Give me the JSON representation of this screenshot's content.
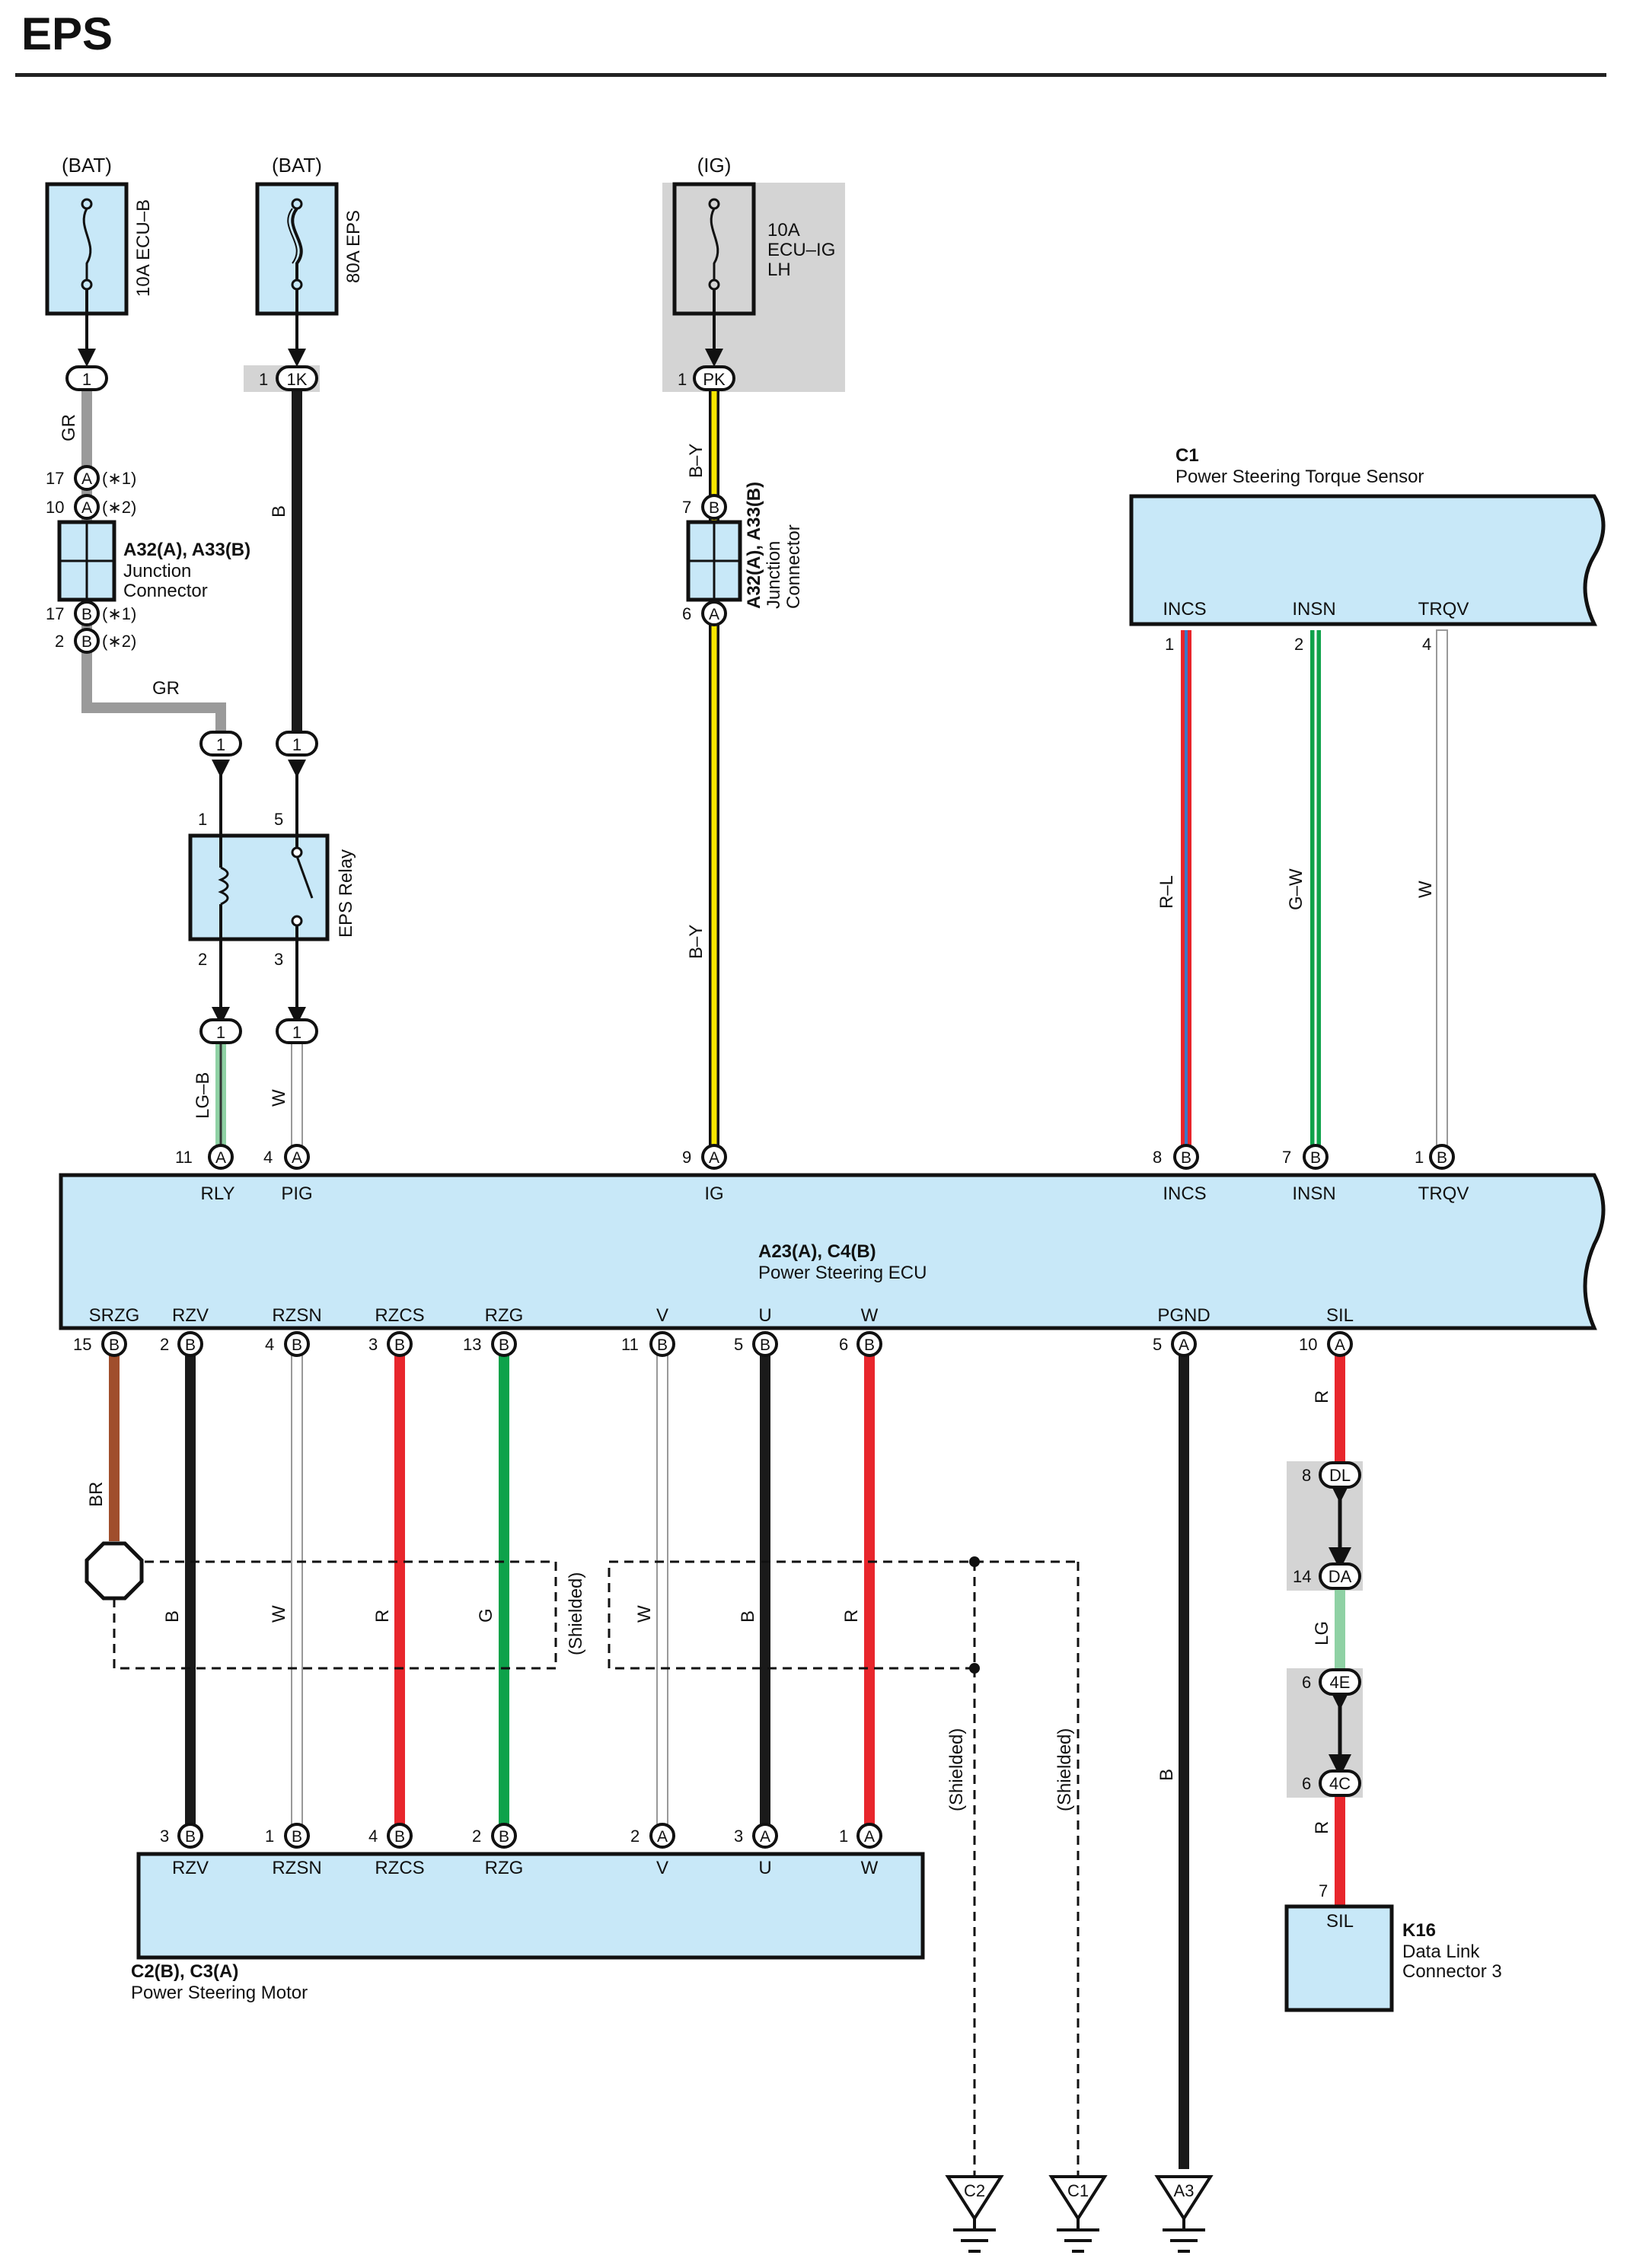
{
  "title": "EPS",
  "sources": {
    "bat1": "(BAT)",
    "bat2": "(BAT)",
    "ig": "(IG)"
  },
  "fuses": {
    "ecu_b": "10A ECU–B",
    "eps": "80A EPS",
    "ig_l1": "10A",
    "ig_l2": "ECU–IG",
    "ig_l3": "LH"
  },
  "connectors": {
    "j1_name": "A32(A), A33(B)",
    "j1_l1": "Junction",
    "j1_l2": "Connector",
    "j2_name": "A32(A), A33(B)",
    "j2_l1": "Junction",
    "j2_l2": "Connector",
    "c1_name": "C1",
    "c1_desc": "Power Steering Torque Sensor",
    "ecu_name": "A23(A), C4(B)",
    "ecu_desc": "Power Steering ECU",
    "motor_name": "C2(B), C3(A)",
    "motor_desc": "Power Steering Motor",
    "dlc_name": "K16",
    "dlc_l1": "Data Link",
    "dlc_l2": "Connector 3",
    "relay": "EPS Relay"
  },
  "pins": {
    "p1": "1",
    "p1k": "1",
    "p17": "17",
    "p10": "10",
    "p17b": "17",
    "p2": "2",
    "ig_pk": "1",
    "ig7": "7",
    "ig6": "6",
    "r1": "1",
    "r5": "5",
    "r2": "2",
    "r3": "3",
    "e11": "11",
    "e4": "4",
    "e9": "9",
    "e8": "8",
    "e7": "7",
    "e1": "1",
    "t1": "1",
    "t2": "2",
    "t4": "4",
    "b15": "15",
    "b2": "2",
    "b4": "4",
    "b3": "3",
    "b13": "13",
    "b11": "11",
    "b5": "5",
    "b6": "6",
    "b5a": "5",
    "b10": "10",
    "m3": "3",
    "m1": "1",
    "m4": "4",
    "m2": "2",
    "ma2": "2",
    "ma3": "3",
    "ma1": "1",
    "dl8": "8",
    "da14": "14",
    "c6a": "6",
    "c6b": "6",
    "k7": "7"
  },
  "notes": {
    "n1": "(∗1)",
    "n2": "(∗2)",
    "n3": "(∗1)",
    "n4": "(∗2)"
  },
  "codes": {
    "one": "1",
    "k1": "1K",
    "pk": "PK",
    "A": "A",
    "B": "B",
    "DL": "DL",
    "DA": "DA",
    "E4": "4E",
    "C4": "4C"
  },
  "wires": {
    "gr_v": "GR",
    "gr_h": "GR",
    "b_top": "B",
    "by1": "B–Y",
    "by2": "B–Y",
    "lgb": "LG–B",
    "w_pig": "W",
    "rl": "R–L",
    "gw": "G–W",
    "w_trqv": "W",
    "br": "BR",
    "b_rzv": "B",
    "w_rzsn": "W",
    "r_rzcs": "R",
    "g_rzg": "G",
    "w_v": "W",
    "b_u": "B",
    "r_w": "R",
    "b_pgnd": "B",
    "r_sil": "R",
    "lg": "LG",
    "r_k16": "R"
  },
  "terminals": {
    "incs": "INCS",
    "insn": "INSN",
    "trqv": "TRQV",
    "rly": "RLY",
    "pig": "PIG",
    "ig": "IG",
    "incs2": "INCS",
    "insn2": "INSN",
    "trqv2": "TRQV",
    "srzg": "SRZG",
    "rzv": "RZV",
    "rzsn": "RZSN",
    "rzcs": "RZCS",
    "rzg": "RZG",
    "v": "V",
    "u": "U",
    "w": "W",
    "pgnd": "PGND",
    "sil": "SIL",
    "m_rzv": "RZV",
    "m_rzsn": "RZSN",
    "m_rzcs": "RZCS",
    "m_rzg": "RZG",
    "m_v": "V",
    "m_u": "U",
    "m_w": "W",
    "k_sil": "SIL"
  },
  "shield": {
    "s1": "(Shielded)",
    "s2": "(Shielded)",
    "s3": "(Shielded)"
  },
  "grounds": {
    "g_c2": "C2",
    "g_c1": "C1",
    "g_a3": "A3"
  },
  "colors": {
    "component_fill": "#c8e8f8",
    "gray_box": "#d4d4d4",
    "wire_gray": "#9a9a9a",
    "wire_red": "#e8262c",
    "wire_green": "#0ea24a",
    "wire_yellow": "#f7e600",
    "wire_brown": "#a04e2c",
    "wire_blue": "#3a78c8",
    "wire_lightgreen": "#8fd1a4"
  }
}
